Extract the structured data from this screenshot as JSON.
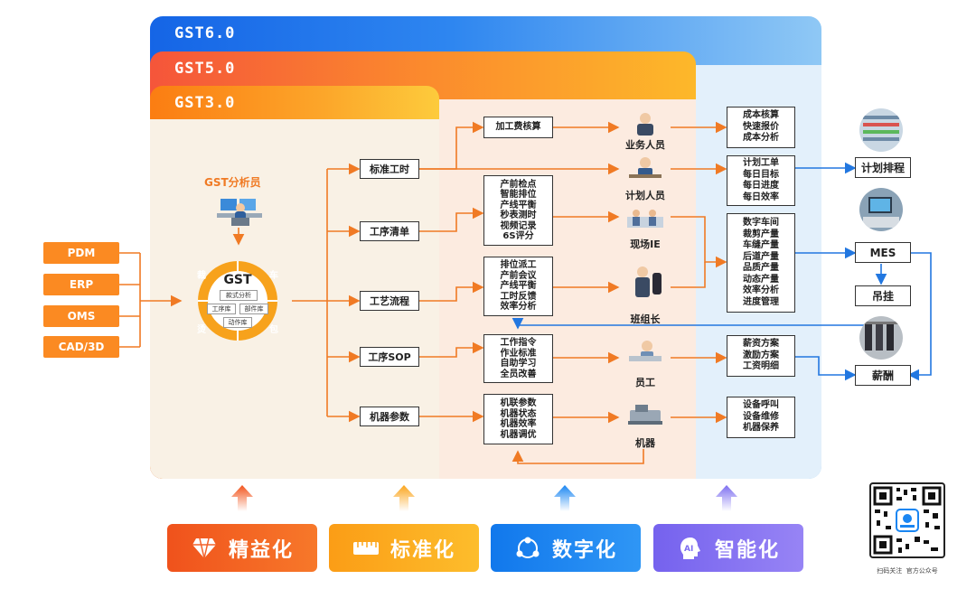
{
  "bands": {
    "gst6": "GST6.0",
    "gst5": "GST5.0",
    "gst3": "GST3.0"
  },
  "sources": [
    "PDM",
    "ERP",
    "OMS",
    "CAD/3D"
  ],
  "analyst": {
    "title": "GST分析员"
  },
  "gst_core": {
    "title": "GST",
    "tag_main": "款式分析",
    "tag_process": "工序库",
    "tag_parts": "部件库",
    "tag_action": "动作库",
    "ring": [
      "裁",
      "车",
      "烫",
      "包"
    ]
  },
  "process_nodes": [
    "标准工时",
    "工序清单",
    "工艺流程",
    "工序SOP",
    "机器参数"
  ],
  "mid_boxes": {
    "cost": [
      "加工费核算"
    ],
    "prep": [
      "产前检点",
      "智能排位",
      "产线平衡",
      "秒表测时",
      "视频记录",
      "6S评分"
    ],
    "dispatch": [
      "排位派工",
      "产前会议",
      "产线平衡",
      "工时反馈",
      "效率分析"
    ],
    "work": [
      "工作指令",
      "作业标准",
      "自助学习",
      "全员改善"
    ],
    "machine": [
      "机联参数",
      "机器状态",
      "机器效率",
      "机器调优"
    ]
  },
  "roles": [
    "业务人员",
    "计划人员",
    "现场IE",
    "班组长",
    "员工",
    "机器"
  ],
  "result_boxes": {
    "cost": [
      "成本核算",
      "快速报价",
      "成本分析"
    ],
    "plan": [
      "计划工单",
      "每日目标",
      "每日进度",
      "每日效率"
    ],
    "workshop": [
      "数字车间",
      "裁剪产量",
      "车缝产量",
      "后道产量",
      "品质产量",
      "动态产量",
      "效率分析",
      "进度管理"
    ],
    "pay": [
      "薪资方案",
      "激励方案",
      "工资明细"
    ],
    "equip": [
      "设备呼叫",
      "设备维修",
      "机器保养"
    ]
  },
  "far_right": [
    "计划排程",
    "MES",
    "吊挂",
    "薪酬"
  ],
  "pillars": [
    {
      "label": "精益化",
      "color": "#f2541c",
      "icon": "diamond-icon"
    },
    {
      "label": "标准化",
      "color": "#fba51c",
      "icon": "ruler-icon"
    },
    {
      "label": "数字化",
      "color": "#1a86f2",
      "icon": "network-icon"
    },
    {
      "label": "智能化",
      "color": "#7d6ef0",
      "icon": "ai-head-icon"
    }
  ],
  "qr": {
    "caption": "扫码关注  官方公众号"
  }
}
